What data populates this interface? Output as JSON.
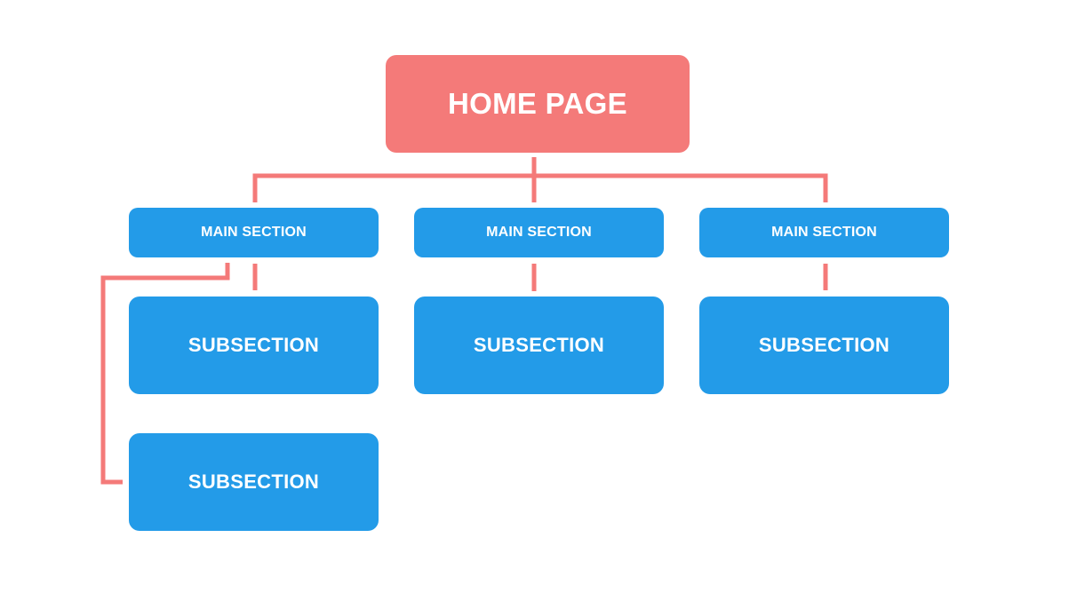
{
  "colors": {
    "home_fill": "#f47a79",
    "section_fill": "#239be8",
    "connector": "#f47a79",
    "background": "#ffffff"
  },
  "diagram": {
    "home": {
      "label": "HOME PAGE"
    },
    "main_sections": [
      {
        "label": "MAIN SECTION"
      },
      {
        "label": "MAIN SECTION"
      },
      {
        "label": "MAIN SECTION"
      }
    ],
    "subsections": [
      {
        "label": "SUBSECTION",
        "parent": 0
      },
      {
        "label": "SUBSECTION",
        "parent": 1
      },
      {
        "label": "SUBSECTION",
        "parent": 2
      },
      {
        "label": "SUBSECTION",
        "parent": 0
      }
    ]
  }
}
